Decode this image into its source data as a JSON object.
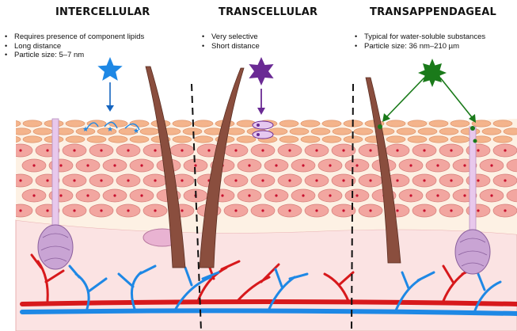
{
  "sections": [
    {
      "heading": "INTERCELLULAR",
      "bullets": [
        "Requires presence of component lipids",
        "Long distance",
        "Particle size: 5–7 nm"
      ],
      "marker_icon": "star-icon",
      "marker_color": "#1e88e5"
    },
    {
      "heading": "TRANSCELLULAR",
      "bullets": [
        "Very selective",
        "Short distance"
      ],
      "marker_icon": "six-point-star-icon",
      "marker_color": "#6a2a94"
    },
    {
      "heading": "TRANSAPPENDAGEAL",
      "bullets": [
        "Typical for water-soluble substances",
        "Particle size: 36 nm–210 µm"
      ],
      "marker_icon": "burst-star-icon",
      "marker_color": "#1a7a1a"
    }
  ],
  "colors": {
    "stratum_corneum": "#f4b48c",
    "epidermis_cell": "#f2a6a0",
    "cell_nucleus": "#c8102e",
    "dermis": "#fbe3e3",
    "artery": "#d7191c",
    "vein": "#1e88e5",
    "hair": "#8a4e3e",
    "gland": "#c9a4d4",
    "divider": "#111111"
  }
}
